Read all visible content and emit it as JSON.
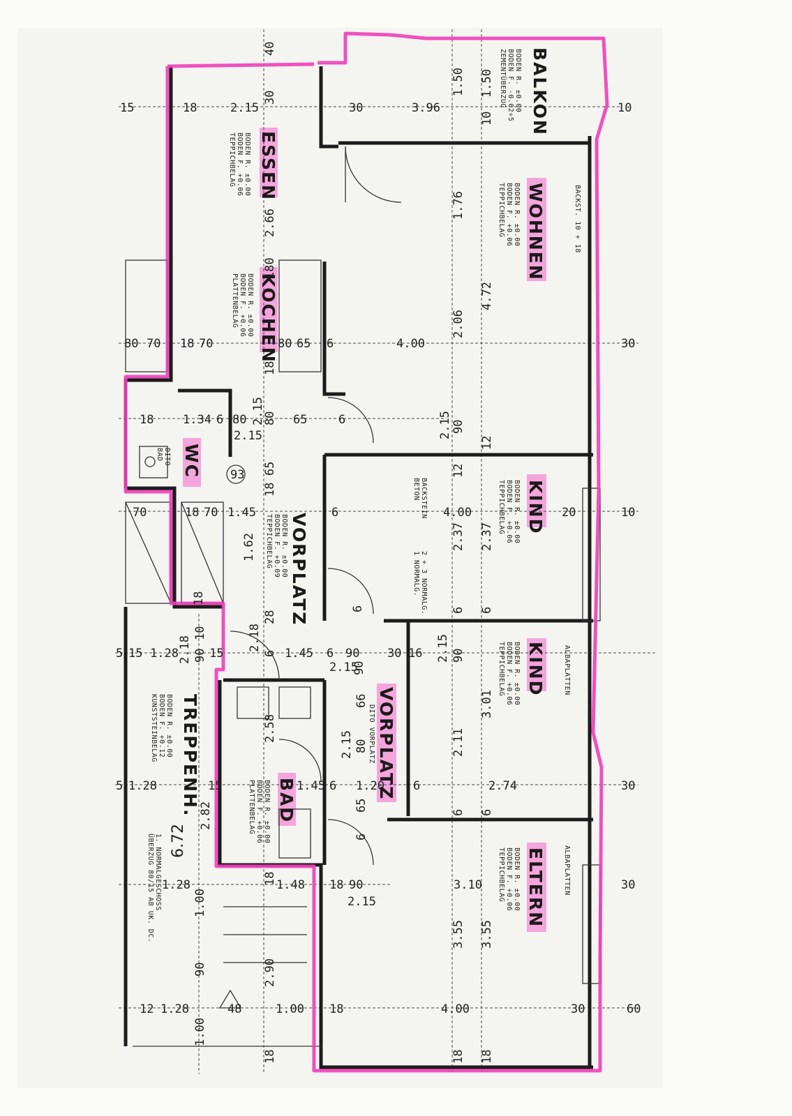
{
  "rooms": [
    {
      "key": "balkon",
      "name": "BALKON",
      "specs": [
        "BODEN R. ±0.00",
        "BODEN F. -0.02÷5",
        "ZEMENTÜBERZUG"
      ]
    },
    {
      "key": "essen",
      "name": "ESSEN",
      "specs": [
        "BODEN R. ±0.00",
        "BODEN F. +0.06",
        "TEPPICHBELAG"
      ]
    },
    {
      "key": "wohnen",
      "name": "WOHNEN",
      "specs": [
        "BODEN R. ±0.00",
        "BODEN F. +0.06",
        "TEPPICHBELAG"
      ]
    },
    {
      "key": "kochen",
      "name": "KOCHEN",
      "specs": [
        "BODEN R. ±0.00",
        "BODEN F. +0.06",
        "PLATTENBELAG"
      ]
    },
    {
      "key": "wc",
      "name": "WC",
      "specs": [
        "DITO",
        "BAD"
      ]
    },
    {
      "key": "kind1",
      "name": "KIND",
      "specs": [
        "BODEN R. ±0.00",
        "BODEN F. +0.06",
        "TEPPICHBELAG"
      ]
    },
    {
      "key": "vorplatz1",
      "name": "VORPLATZ",
      "specs": [
        "BODEN R. ±0.00",
        "BODEN F. +0.09",
        "TEPPICHBELAG"
      ]
    },
    {
      "key": "kind2",
      "name": "KIND",
      "specs": [
        "BODEN R. ±0.00",
        "BODEN F. +0.06",
        "TEPPICHBELAG"
      ]
    },
    {
      "key": "vorplatz2",
      "name": "VORPLATZ",
      "specs": [
        "DITO VORPLATZ"
      ]
    },
    {
      "key": "treppenh",
      "name": "TREPPENH.",
      "specs": [
        "BODEN R. ±0.00",
        "BODEN F. +0.12",
        "KUNSTSTEINBELAG"
      ]
    },
    {
      "key": "bad",
      "name": "BAD",
      "specs": [
        "BODEN R. ±0.00",
        "BODEN F. +0.06",
        "PLATTENBELAG"
      ]
    },
    {
      "key": "eltern",
      "name": "ELTERN",
      "specs": [
        "BODEN R. ±0.00",
        "BODEN F. +0.06",
        "TEPPICHBELAG"
      ]
    }
  ],
  "notes": {
    "backst": "BACKST. 10 + 18",
    "backstein1": "BACKSTEIN",
    "backstein2": "BETON",
    "normalg1": "2 + 3 NORMALG.",
    "normalg2": "1 NORMALG.",
    "alba1": "ALBAPLATTEN",
    "alba2": "ALBAPLATTEN",
    "geschoss1": "1. NORMALGESCHOSS",
    "geschoss2": "ÜBERZUG 80/15 AB UK. DC.",
    "circle": "93"
  },
  "dims": {
    "d40": "40",
    "d30a": "30",
    "d150a": "1.50",
    "d150b": "1.50",
    "d10a": "10",
    "d15": "15",
    "d18a": "18",
    "d215a": "2.15",
    "d30b": "30",
    "d396": "3.96",
    "d10b": "10",
    "d266": "2.66",
    "d176": "1.76",
    "d472": "4.72",
    "d180": "180",
    "d206": "2.06",
    "d80a": "80",
    "d70a": "70",
    "d18b": "18",
    "d70b": "70",
    "d80b": "80",
    "d65a": "65",
    "d6a": "6",
    "d400a": "4.00",
    "d30c": "30",
    "d18c": "18",
    "d18d": "18",
    "d134": "1.34",
    "d6b": "6",
    "d80c": "80",
    "d215b": "2.15",
    "d80d": "80",
    "d65b": "65",
    "d6c": "6",
    "d215c": "2.15",
    "d90a": "90",
    "d12a": "12",
    "d215d": "2.15",
    "d65c": "65",
    "d12b": "12",
    "d70c": "70",
    "d18e": "18",
    "d70d": "70",
    "d145a": "1.45",
    "d18f": "18",
    "d6d": "6",
    "d400b": "4.00",
    "d20": "20",
    "d10c": "10",
    "d162": "1.62",
    "d237a": "2.37",
    "d237b": "2.37",
    "d18g": "18",
    "d28": "28",
    "d6e": "6",
    "d6f": "6",
    "d6g": "6",
    "d5a": "5",
    "d15b": "15",
    "d128a": "1.28",
    "d218a": "2.18",
    "d10d": "10",
    "d90b": "90",
    "d15c": "15",
    "d218b": "2.18",
    "d6h": "6",
    "d145b": "1.45",
    "d6i": "6",
    "d90c": "90",
    "d30d": "30",
    "d16": "16",
    "d215e": "2.15",
    "d90d": "90",
    "d215f": "2.15",
    "d66": "66",
    "d80e": "80",
    "d301": "3.01",
    "d258": "2.58",
    "d215g": "2.15",
    "d211": "2.11",
    "d5b": "5",
    "d128b": "1.28",
    "d15d": "15",
    "d145c": "1.45",
    "d6j": "6",
    "d120": "1.20",
    "d6k": "6",
    "d274": "2.74",
    "d30e": "30",
    "d282": "2.82",
    "d672": "6.72",
    "d65d": "65",
    "d6l": "6",
    "d6m": "6",
    "d6n": "6",
    "d128c": "1.28",
    "d18h": "18",
    "d148": "1.48",
    "d18i": "18",
    "d90e": "90",
    "d215h": "2.15",
    "d310": "3.10",
    "d355a": "3.55",
    "d355b": "3.55",
    "d30f": "30",
    "d100a": "1.00",
    "d90f": "90",
    "d290": "2.90",
    "d12c": "12",
    "d128d": "1.28",
    "d48": "48",
    "d100b": "1.00",
    "d18j": "18",
    "d400c": "4.00",
    "d30g": "30",
    "d60": "60",
    "d100c": "1.00",
    "d18k": "18",
    "d18l": "18",
    "d18m": "18"
  }
}
